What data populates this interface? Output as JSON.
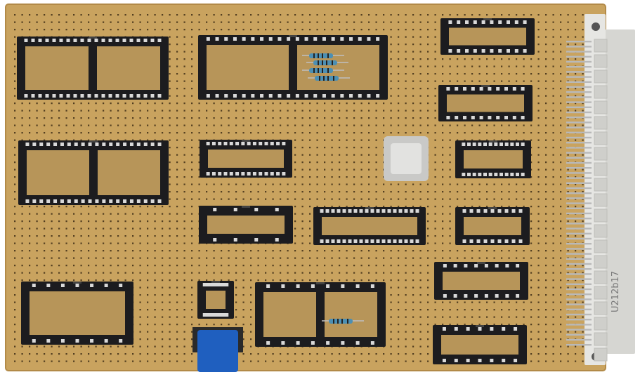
{
  "image": {
    "kind": "photo",
    "background_color": "#ffffff",
    "board_color": "#c9a35f",
    "board_edge_color": "#b28a48",
    "hole_color": "#2b1d0c",
    "socket_color": "#1c1c1f",
    "pin_color": "#d9d9d9",
    "connector_color": "#d6d6d2",
    "crystal_color": "#c9c9c7",
    "button_color": "#1f5fbf",
    "resistor_color": "#4c8fb3"
  },
  "connector": {
    "label": "U212b17"
  },
  "components": {
    "sockets": [
      {
        "id": "U1",
        "pins": 40
      },
      {
        "id": "U2",
        "pins": 40
      },
      {
        "id": "U3",
        "pins": 40
      },
      {
        "id": "U4",
        "pins": 20
      },
      {
        "id": "U5",
        "pins": 20
      },
      {
        "id": "U6",
        "pins": 24
      },
      {
        "id": "U7",
        "pins": 28
      },
      {
        "id": "U8",
        "pins": 8
      },
      {
        "id": "U9",
        "pins": 36
      },
      {
        "id": "U10",
        "pins": 18
      },
      {
        "id": "U11",
        "pins": 16
      },
      {
        "id": "U12",
        "pins": 14
      },
      {
        "id": "U13",
        "pins": 14
      },
      {
        "id": "U14",
        "pins": 16
      },
      {
        "id": "U15",
        "pins": 16
      }
    ],
    "crystal": "oscillator-can",
    "button": "push-button",
    "resistors": 5
  }
}
